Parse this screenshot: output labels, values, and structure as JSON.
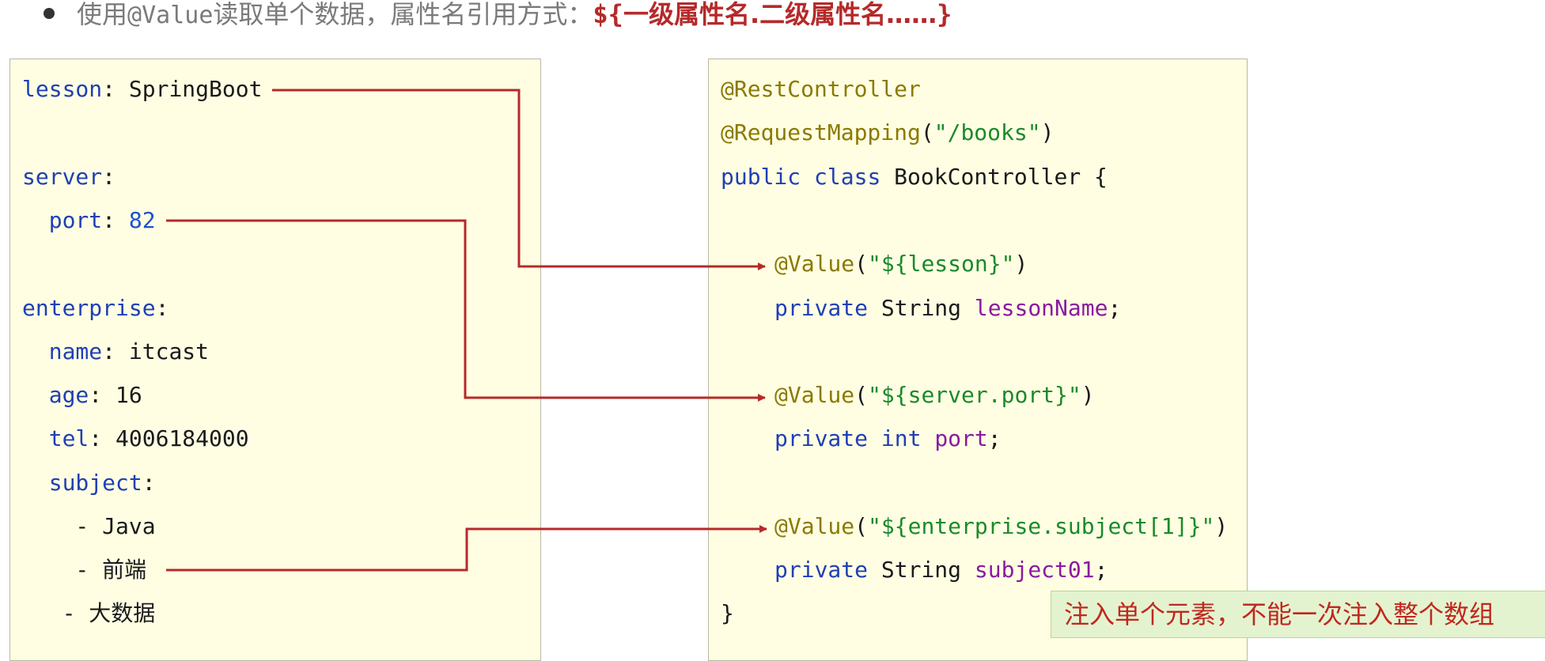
{
  "header": {
    "text_prefix": "使用",
    "text_annotation": "@Value",
    "text_middle": "读取单个数据，属性名引用方式：",
    "highlight_open": "${",
    "highlight_text": "一级属性名.二级属性名……",
    "highlight_close": "}"
  },
  "yaml": {
    "lesson_key": "lesson",
    "lesson_value": "SpringBoot",
    "server_key": "server",
    "port_key": "port",
    "port_value": "82",
    "enterprise_key": "enterprise",
    "name_key": "name",
    "name_value": "itcast",
    "age_key": "age",
    "age_value": "16",
    "tel_key": "tel",
    "tel_value": "4006184000",
    "subject_key": "subject",
    "subject_items": [
      "Java",
      "前端",
      "大数据"
    ]
  },
  "java": {
    "ann_rest": "@RestController",
    "ann_mapping": "@RequestMapping",
    "mapping_value": "\"/books\"",
    "kw_public": "public",
    "kw_class": "class",
    "class_name": "BookController",
    "ann_value": "@Value",
    "value_lesson": "\"${lesson}\"",
    "value_port": "\"${server.port}\"",
    "value_subject": "\"${enterprise.subject[1]}\"",
    "kw_private": "private",
    "type_string": "String",
    "type_int": "int",
    "field_lesson": "lessonName",
    "field_port": "port",
    "field_subject": "subject01"
  },
  "note": "注入单个元素，不能一次注入整个数组",
  "colors": {
    "connector": "#b52a2a",
    "panel_bg": "#fffee3",
    "note_bg": "#e4f3cf",
    "note_text": "#c0281f"
  }
}
